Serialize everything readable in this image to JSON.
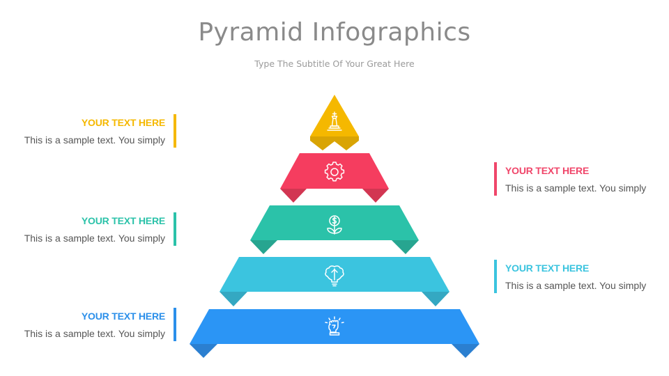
{
  "header": {
    "title": "Pyramid Infographics",
    "subtitle": "Type The Subtitle Of Your Great Here"
  },
  "colors": {
    "yellow": "#F5B800",
    "yellow_dark": "#D9A404",
    "red": "#F53D5F",
    "red_dark": "#D23652",
    "teal": "#2BC2A9",
    "teal_dark": "#27A590",
    "cyan": "#3BC4DF",
    "cyan_dark": "#34A8C2",
    "blue": "#2B95F5",
    "blue_dark": "#2B7FD0",
    "title_gray": "#8a8a8a",
    "body_gray": "#555555"
  },
  "pyramid": {
    "tiers": [
      {
        "level": 1,
        "color": "#F5B800",
        "icon": "chess-king-icon"
      },
      {
        "level": 2,
        "color": "#F53D5F",
        "icon": "gear-icon"
      },
      {
        "level": 3,
        "color": "#2BC2A9",
        "icon": "money-plant-icon"
      },
      {
        "level": 4,
        "color": "#3BC4DF",
        "icon": "brain-bulb-icon"
      },
      {
        "level": 5,
        "color": "#2B95F5",
        "icon": "raised-fist-icon"
      }
    ]
  },
  "callouts": [
    {
      "side": "left",
      "heading": "YOUR TEXT HERE",
      "body": "This is a sample text. You simply",
      "color": "#F5B800"
    },
    {
      "side": "right",
      "heading": "YOUR TEXT HERE",
      "body": "This is a sample text. You simply",
      "color": "#F0466A"
    },
    {
      "side": "left",
      "heading": "YOUR TEXT HERE",
      "body": "This is a sample text. You simply",
      "color": "#2BC2A9"
    },
    {
      "side": "right",
      "heading": "YOUR TEXT HERE",
      "body": "This is a sample text. You simply",
      "color": "#3BC4DF"
    },
    {
      "side": "left",
      "heading": "YOUR TEXT HERE",
      "body": "This is a sample text. You simply",
      "color": "#2B8FEA"
    }
  ]
}
